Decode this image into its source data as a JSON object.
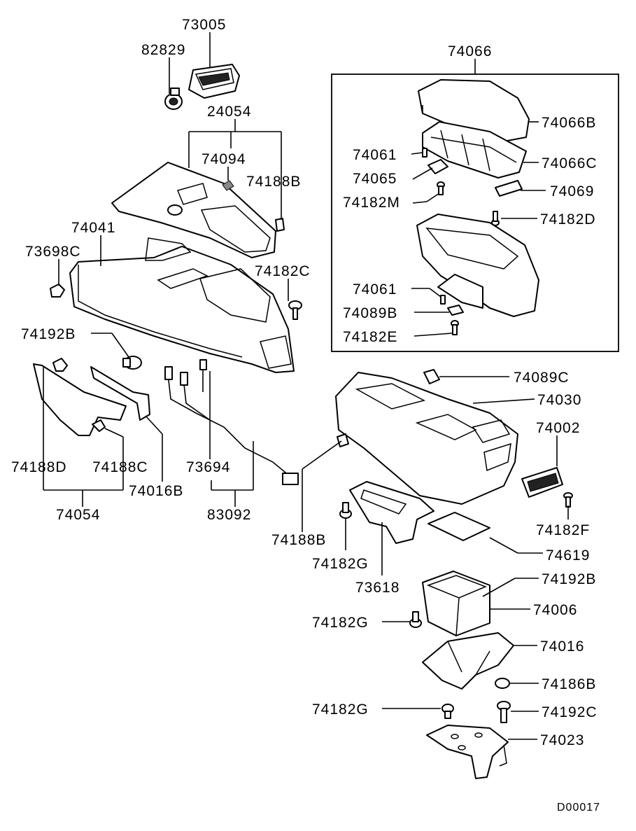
{
  "diagram": {
    "code": "D00017",
    "labels": {
      "l73005": "73005",
      "l82829": "82829",
      "l24054": "24054",
      "l74094": "74094",
      "l74188B_top": "74188B",
      "l74041": "74041",
      "l73698C": "73698C",
      "l74182C": "74182C",
      "l74192B_left": "74192B",
      "l74188D": "74188D",
      "l74188C": "74188C",
      "l74016B": "74016B",
      "l74054": "74054",
      "l73694": "73694",
      "l83092": "83092",
      "l74066": "74066",
      "l74066B": "74066B",
      "l74061_a": "74061",
      "l74066C": "74066C",
      "l74065": "74065",
      "l74069": "74069",
      "l74182M": "74182M",
      "l74182D": "74182D",
      "l74061_b": "74061",
      "l74089B": "74089B",
      "l74182E": "74182E",
      "l74089C": "74089C",
      "l74030": "74030",
      "l74002": "74002",
      "l74182F": "74182F",
      "l74188B_mid": "74188B",
      "l74182G_a": "74182G",
      "l73618": "73618",
      "l74619": "74619",
      "l74192B_right": "74192B",
      "l74006": "74006",
      "l74182G_b": "74182G",
      "l74016": "74016",
      "l74186B": "74186B",
      "l74182G_c": "74182G",
      "l74192C": "74192C",
      "l74023": "74023"
    }
  }
}
